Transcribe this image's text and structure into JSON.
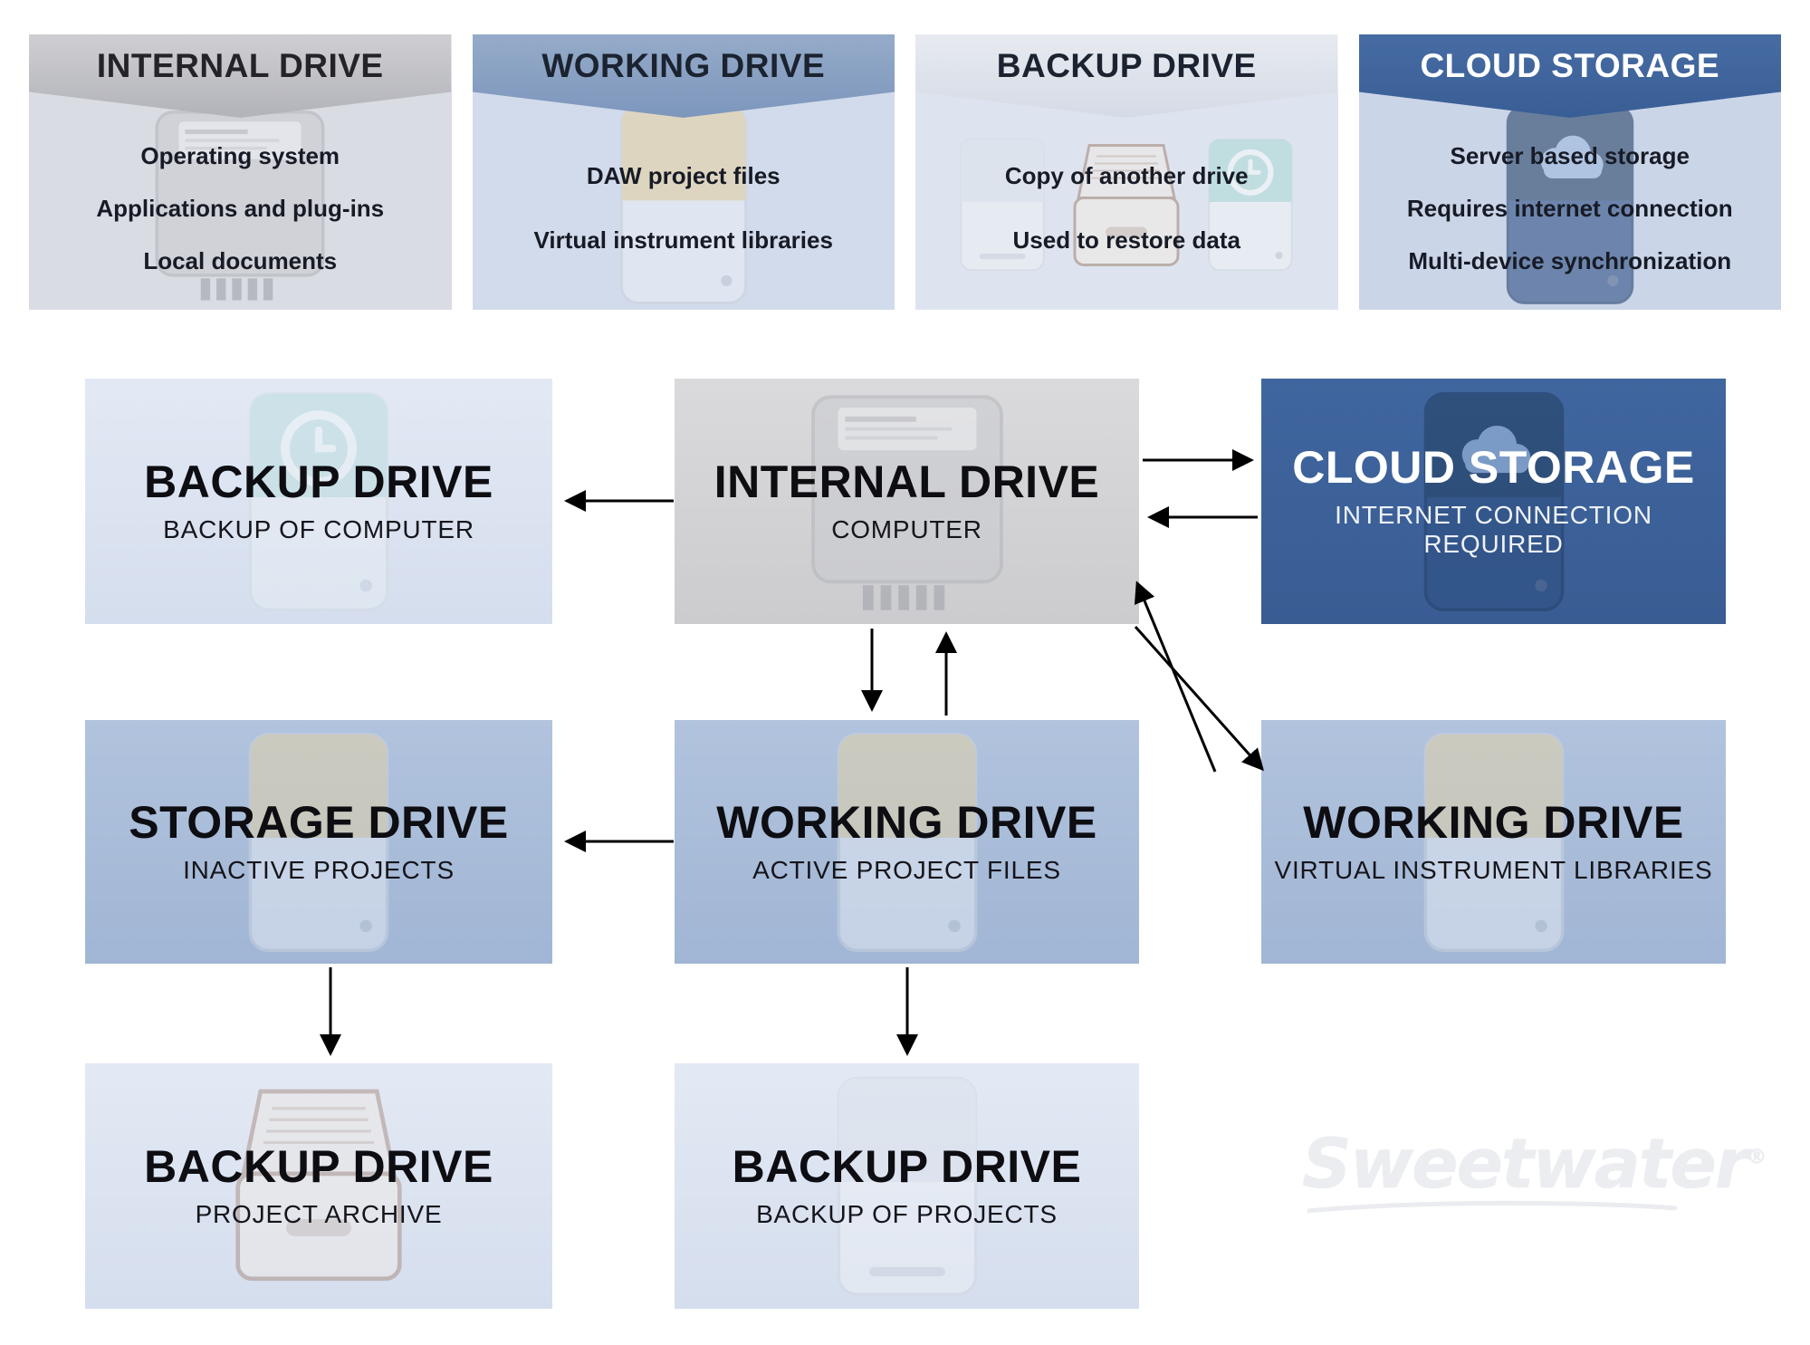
{
  "colors": {
    "cloud_blue": "#3d639c",
    "working_blue": "#a9bdd9",
    "backup_light": "#dde4f1",
    "internal_gray": "#d3d3d6",
    "arrow": "#000000"
  },
  "legend_cards": [
    {
      "title": "INTERNAL DRIVE",
      "lines": [
        "Operating system",
        "Applications and plug-ins",
        "Local documents"
      ]
    },
    {
      "title": "WORKING DRIVE",
      "lines": [
        "DAW project files",
        "Virtual instrument libraries"
      ]
    },
    {
      "title": "BACKUP DRIVE",
      "lines": [
        "Copy of another drive",
        "Used to restore data"
      ]
    },
    {
      "title": "CLOUD STORAGE",
      "lines": [
        "Server based storage",
        "Requires internet connection",
        "Multi-device synchronization"
      ]
    }
  ],
  "nodes": [
    {
      "id": "backup-drive-computer",
      "title": "BACKUP DRIVE",
      "subtitle": "BACKUP OF COMPUTER"
    },
    {
      "id": "internal-drive",
      "title": "INTERNAL DRIVE",
      "subtitle": "COMPUTER"
    },
    {
      "id": "cloud-storage",
      "title": "CLOUD STORAGE",
      "subtitle": "INTERNET CONNECTION REQUIRED"
    },
    {
      "id": "storage-drive",
      "title": "STORAGE DRIVE",
      "subtitle": "INACTIVE PROJECTS"
    },
    {
      "id": "working-drive-active",
      "title": "WORKING DRIVE",
      "subtitle": "ACTIVE PROJECT FILES"
    },
    {
      "id": "working-drive-virtual",
      "title": "WORKING DRIVE",
      "subtitle": "VIRTUAL INSTRUMENT LIBRARIES"
    },
    {
      "id": "backup-drive-archive",
      "title": "BACKUP DRIVE",
      "subtitle": "PROJECT ARCHIVE"
    },
    {
      "id": "backup-drive-projects",
      "title": "BACKUP DRIVE",
      "subtitle": "BACKUP OF PROJECTS"
    }
  ],
  "edges": [
    {
      "from": "internal-drive",
      "to": "backup-drive-computer"
    },
    {
      "from": "internal-drive",
      "to": "cloud-storage"
    },
    {
      "from": "cloud-storage",
      "to": "internal-drive"
    },
    {
      "from": "internal-drive",
      "to": "working-drive-active"
    },
    {
      "from": "working-drive-active",
      "to": "internal-drive"
    },
    {
      "from": "internal-drive",
      "to": "working-drive-virtual"
    },
    {
      "from": "working-drive-virtual",
      "to": "internal-drive"
    },
    {
      "from": "working-drive-active",
      "to": "storage-drive"
    },
    {
      "from": "storage-drive",
      "to": "backup-drive-archive"
    },
    {
      "from": "working-drive-active",
      "to": "backup-drive-projects"
    }
  ],
  "watermark": {
    "text": "Sweetwater",
    "mark": "®"
  }
}
